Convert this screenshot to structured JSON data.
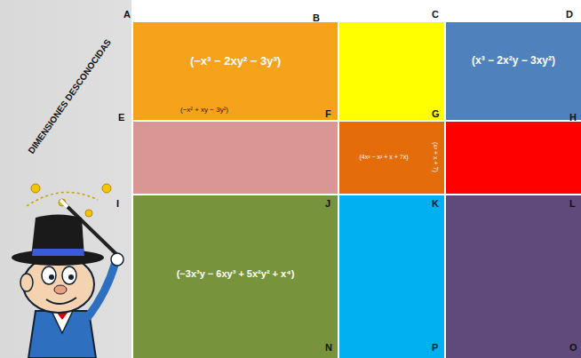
{
  "diagram": {
    "nodes": [
      {
        "text": [
          "(−x³ − 2xy² − 3y³)",
          "(−x² + xy − 3y²)"
        ]
      },
      {
        "text": [
          "(x³ − 2x²y − 3xy²)"
        ]
      },
      {
        "text": [
          "(4x³ − x² + x + 7x)",
          "(x² + x + 7)"
        ]
      },
      {
        "text": [
          "(−3x³y − 6xy³ + 5x²y² + x⁴)"
        ]
      }
    ],
    "labels": [
      "A",
      "B",
      "C",
      "D",
      "DIMENSIONES DESCONOCIDAS",
      "E",
      "F",
      "G",
      "H",
      "I",
      "J",
      "K",
      "L",
      "N",
      "P",
      "O"
    ]
  }
}
